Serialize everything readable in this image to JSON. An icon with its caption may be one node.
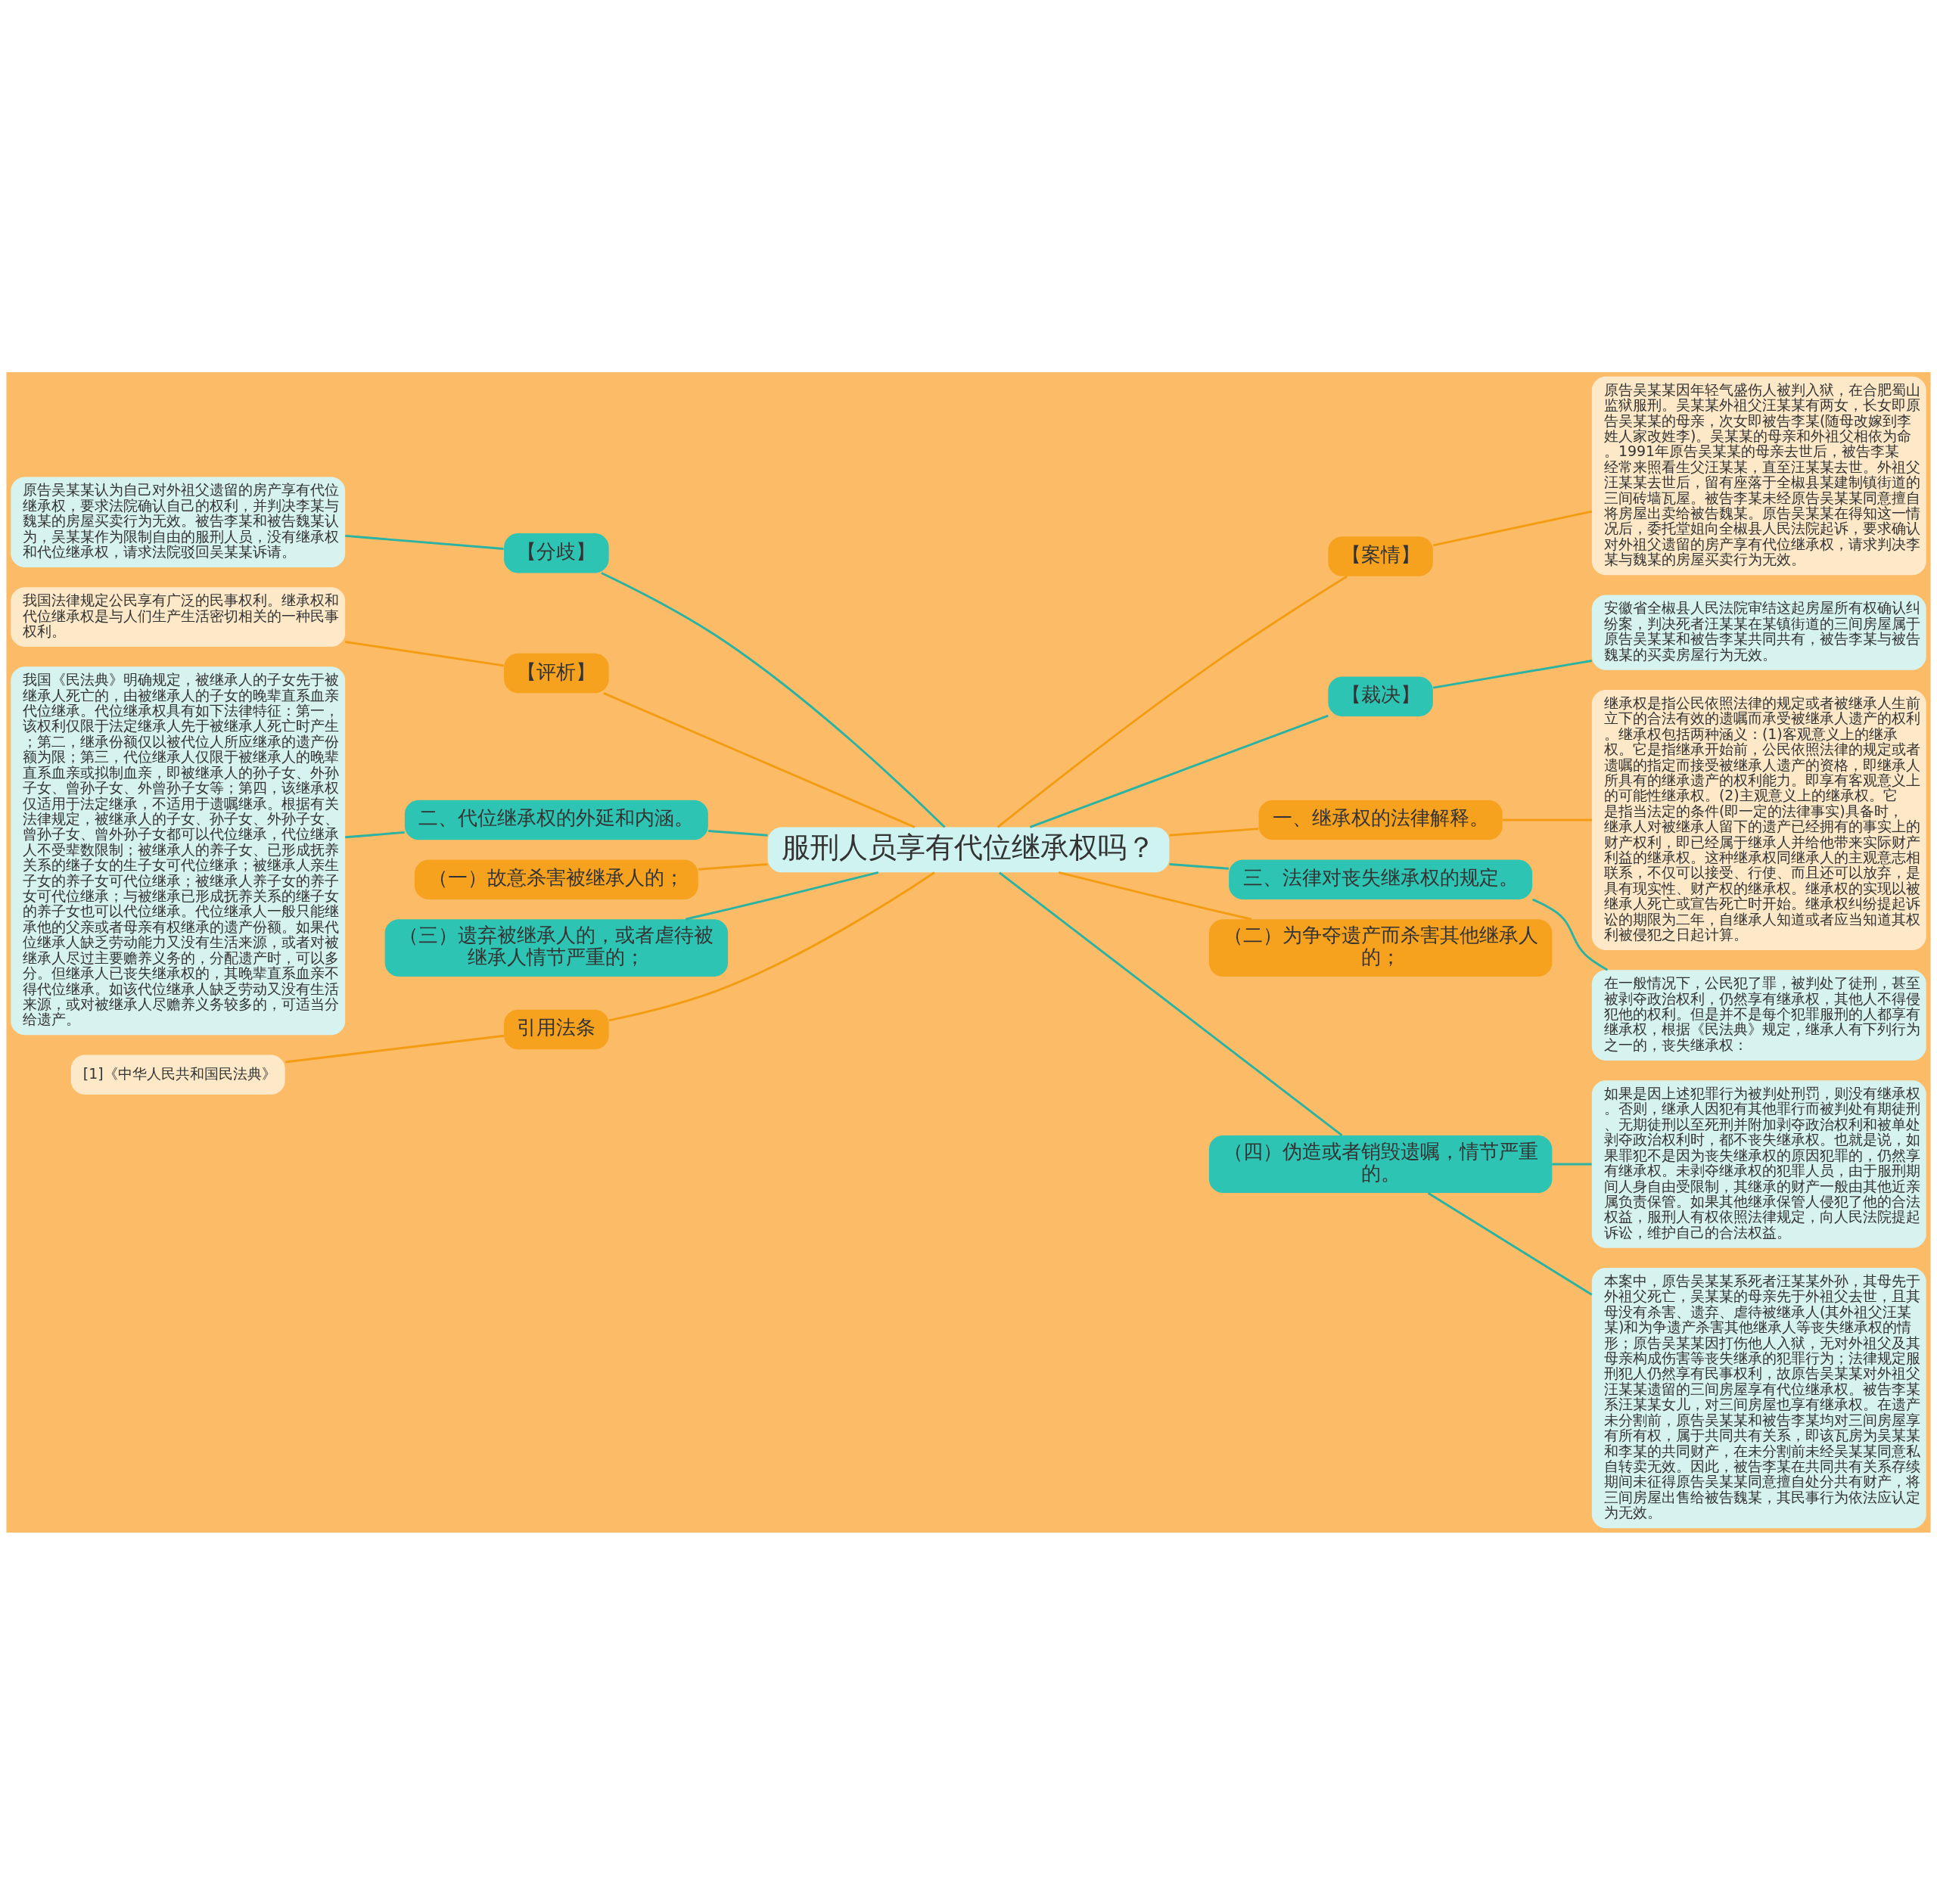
{
  "diagram": {
    "nodes": [
      {
        "text": [
          "服刑人员享有代位继承权吗？"
        ]
      },
      {
        "text": [
          "【案情】"
        ]
      },
      {
        "text": [
          "原告吴某某因年轻气盛伤人被判入狱，在合肥蜀山监狱服刑。吴某某外祖父汪某某有两女，长女即原告吴某某的母亲，次女即被告李某(随母改嫁到李姓人家改姓李)。吴某某的母亲和外祖父相依为命。1991年原告吴某某的母亲去世后，被告李某经常来照看生父汪某某，直至汪某某去世。外祖父汪某某去世后，留有座落于全椒县某建制镇街道的三间砖墙瓦屋。被告李某未经原告吴某某同意擅自将房屋出卖给被告魏某。原告吴某某在得知这一情况后，委托堂姐向全椒县人民法院起诉，要求确认对外祖父遗留的房产享有代位继承权，请求判决李某与魏某的房屋买卖行为无效。"
        ]
      },
      {
        "text": [
          "【裁决】"
        ]
      },
      {
        "text": [
          "安徽省全椒县人民法院审结这起房屋所有权确认纠纷案，判决死者汪某某在某镇街道的三间房屋属于原告吴某某和被告李某共同共有，被告李某与被告魏某的买卖房屋行为无效。"
        ]
      },
      {
        "text": [
          "一、继承权的法律解释。"
        ]
      },
      {
        "text": [
          "继承权是指公民依照法律的规定或者被继承人生前立下的合法有效的遗嘱而承受被继承人遗产的权利。继承权包括两种涵义：(1)客观意义上的继承权。它是指继承开始前，公民依照法律的规定或者遗嘱的指定而接受被继承人遗产的资格，即继承人所具有的继承遗产的权利能力。即享有客观意义上的可能性继承权。(2)主观意义上的继承权。它是指当法定的条件(即一定的法律事实)具备时，继承人对被继承人留下的遗产已经拥有的事实上的财产权利，即已经属于继承人并给他带来实际财产利益的继承权。这种继承权同继承人的主观意志相联系，不仅可以接受、行使、而且还可以放弃，是具有现实性、财产权的继承权。继承权的实现以被继承人死亡或宣告死亡时开始。继承权纠纷提起诉讼的期限为二年，自继承人知道或者应当知道其权利被侵犯之日起计算。"
        ]
      },
      {
        "text": [
          "三、法律对丧失继承权的规定。"
        ]
      },
      {
        "text": [
          "在一般情况下，公民犯了罪，被判处了徒刑，甚至被剥夺政治权利，仍然享有继承权，其他人不得侵犯他的权利。但是并不是每个犯罪服刑的人都享有继承权，根据《民法典》规定，继承人有下列行为之一的，丧失继承权："
        ]
      },
      {
        "text": [
          "（二）为争夺遗产而杀害其他继承人的；"
        ]
      },
      {
        "text": [
          "（四）伪造或者销毁遗嘱，情节严重的。"
        ]
      },
      {
        "text": [
          "如果是因上述犯罪行为被判处刑罚，则没有继承权。否则，继承人因犯有其他罪行而被判处有期徒刑、无期徒刑以至死刑并附加剥夺政治权利和被单处剥夺政治权利时，都不丧失继承权。也就是说，如果罪犯不是因为丧失继承权的原因犯罪的，仍然享有继承权。未剥夺继承权的犯罪人员，由于服刑期间人身自由受限制，其继承的财产一般由其他近亲属负责保管。如果其他继承保管人侵犯了他的合法权益，服刑人有权依照法律规定，向人民法院提起诉讼，维护自己的合法权益。"
        ]
      },
      {
        "text": [
          "本案中，原告吴某某系死者汪某某外孙，其母先于外祖父死亡，吴某某的母亲先于外祖父去世，且其母没有杀害、遗弃、虐待被继承人(其外祖父汪某某)和为争遗产杀害其他继承人等丧失继承权的情形；原告吴某某因打伤他人入狱，无对外祖父及其母亲构成伤害等丧失继承的犯罪行为；法律规定服刑犯人仍然享有民事权利，故原告吴某某对外祖父汪某某遗留的三间房屋享有代位继承权。被告李某系汪某某女儿，对三间房屋也享有继承权。在遗产未分割前，原告吴某某和被告李某均对三间房屋享有所有权，属于共同共有关系，即该瓦房为吴某某和李某的共同财产，在未分割前未经吴某某同意私自转卖无效。因此，被告李某在共同共有关系存续期间未征得原告吴某某同意擅自处分共有财产，将三间房屋出售给被告魏某，其民事行为依法应认定为无效。"
        ]
      },
      {
        "text": [
          "【分歧】"
        ]
      },
      {
        "text": [
          "原告吴某某认为自己对外祖父遗留的房产享有代位继承权，要求法院确认自己的权利，并判决李某与魏某的房屋买卖行为无效。被告李某和被告魏某认为，吴某某作为限制自由的服刑人员，没有继承权和代位继承权，请求法院驳回吴某某诉请。"
        ]
      },
      {
        "text": [
          "【评析】"
        ]
      },
      {
        "text": [
          "我国法律规定公民享有广泛的民事权利。继承权和代位继承权是与人们生产生活密切相关的一种民事权利。"
        ]
      },
      {
        "text": [
          "二、代位继承权的外延和内涵。"
        ]
      },
      {
        "text": [
          "我国《民法典》明确规定，被继承人的子女先于被继承人死亡的，由被继承人的子女的晚辈直系血亲代位继承。代位继承权具有如下法律特征：第一，该权利仅限于法定继承人先于被继承人死亡时产生；第二，继承份额仅以被代位人所应继承的遗产份额为限；第三，代位继承人仅限于被继承人的晚辈直系血亲或拟制血亲，即被继承人的孙子女、外孙子女、曾孙子女、外曾孙子女等；第四，该继承权仅适用于法定继承，不适用于遗嘱继承。根据有关法律规定，被继承人的子女、孙子女、外孙子女、曾孙子女、曾外孙子女都可以代位继承，代位继承人不受辈数限制；被继承人的养子女、已形成抚养关系的继子女的生子女可代位继承；被继承人亲生子女的养子女可代位继承；被继承人养子女的养子女可代位继承；与被继承已形成抚养关系的继子女的养子女也可以代位继承。代位继承人一般只能继承他的父亲或者母亲有权继承的遗产份额。如果代位继承人缺乏劳动能力又没有生活来源，或者对被继承人尽过主要赡养义务的，分配遗产时，可以多分。但继承人已丧失继承权的，其晚辈直系血亲不得代位继承。如该代位继承人缺乏劳动又没有生活来源，或对被继承人尽赡养义务较多的，可适当分给遗产。"
        ]
      },
      {
        "text": [
          "（一）故意杀害被继承人的；"
        ]
      },
      {
        "text": [
          "（三）遗弃被继承人的，或者虐待被继承人情节严重的；"
        ]
      },
      {
        "text": [
          "引用法条"
        ]
      },
      {
        "text": [
          "[1]《中华人民共和国民法典》"
        ]
      }
    ],
    "edges": [
      {
        "from": 0,
        "to": 1,
        "arrow": "none",
        "color": "#f39c12"
      },
      {
        "from": 1,
        "to": 2,
        "arrow": "none",
        "color": "#f39c12"
      },
      {
        "from": 0,
        "to": 3,
        "arrow": "none"
      },
      {
        "from": 3,
        "to": 4,
        "arrow": "none"
      },
      {
        "from": 0,
        "to": 5,
        "arrow": "none",
        "color": "#f39c12"
      },
      {
        "from": 5,
        "to": 6,
        "arrow": "none",
        "color": "#f39c12"
      },
      {
        "from": 0,
        "to": 7,
        "arrow": "none"
      },
      {
        "from": 7,
        "to": 8,
        "arrow": "none"
      },
      {
        "from": 0,
        "to": 9,
        "arrow": "none",
        "color": "#f39c12"
      },
      {
        "from": 0,
        "to": 10,
        "arrow": "none"
      },
      {
        "from": 10,
        "to": 11,
        "arrow": "none"
      },
      {
        "from": 10,
        "to": 12,
        "arrow": "none"
      },
      {
        "from": 0,
        "to": 13,
        "arrow": "none"
      },
      {
        "from": 13,
        "to": 14,
        "arrow": "none"
      },
      {
        "from": 0,
        "to": 15,
        "arrow": "none",
        "color": "#f39c12"
      },
      {
        "from": 15,
        "to": 16,
        "arrow": "none",
        "color": "#f39c12"
      },
      {
        "from": 0,
        "to": 17,
        "arrow": "none"
      },
      {
        "from": 17,
        "to": 18,
        "arrow": "none"
      },
      {
        "from": 0,
        "to": 19,
        "arrow": "none",
        "color": "#f39c12"
      },
      {
        "from": 0,
        "to": 20,
        "arrow": "none"
      },
      {
        "from": 0,
        "to": 21,
        "arrow": "none",
        "color": "#f39c12"
      },
      {
        "from": 21,
        "to": 22,
        "arrow": "none",
        "color": "#f39c12"
      }
    ]
  }
}
